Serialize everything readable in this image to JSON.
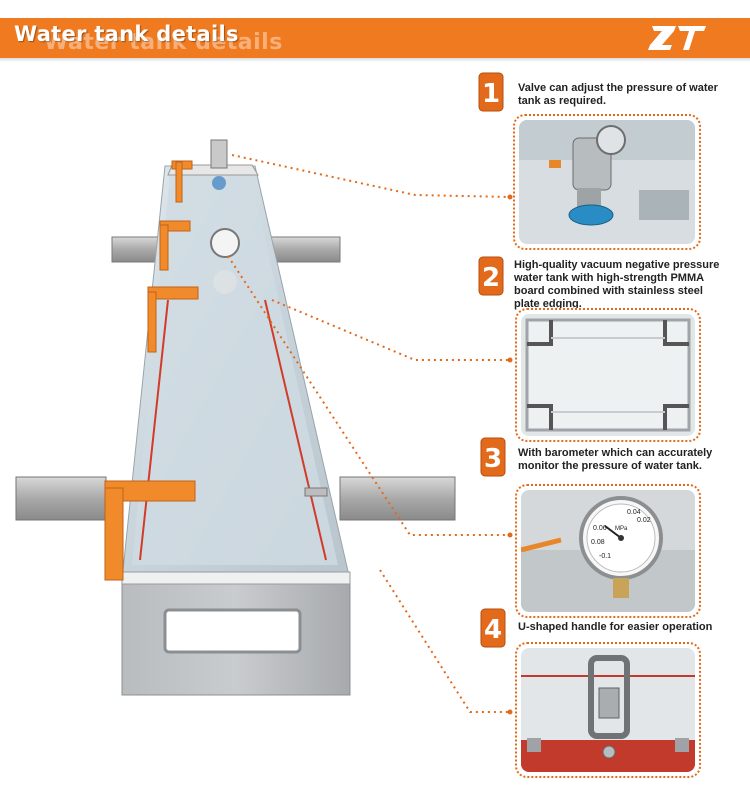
{
  "banner": {
    "title": "Water tank details",
    "title_shadow": "Water tank details",
    "logo_text": "ZT",
    "color": "#f07a1f"
  },
  "callouts": [
    {
      "number": "1",
      "text": "Valve can adjust the pressure of water tank as required.",
      "photo_icon": "valve-photo"
    },
    {
      "number": "2",
      "text": "High-quality vacuum negative pressure water tank with high-strength PMMA board combined with stainless steel plate edging.",
      "photo_icon": "tank-corner-photo"
    },
    {
      "number": "3",
      "text": "With barometer which can accurately monitor the pressure of water tank.",
      "photo_icon": "pressure-gauge-photo"
    },
    {
      "number": "4",
      "text": "U-shaped handle for easier operation",
      "photo_icon": "handle-photo"
    }
  ],
  "gauge": {
    "ticks": [
      "0.02",
      "0.04",
      "0.06",
      "0.08",
      "-0.1"
    ],
    "unit": "MPa"
  },
  "accent_color": "#e36a1a"
}
